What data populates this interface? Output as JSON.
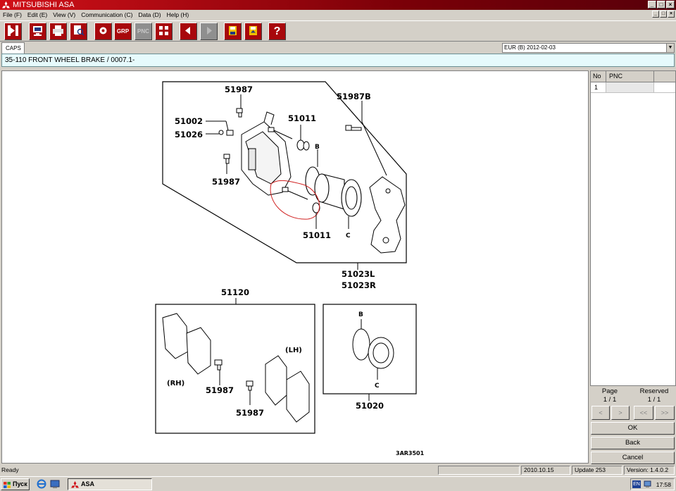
{
  "window": {
    "title": "MITSUBISHI ASA",
    "buttons": {
      "minimize": "_",
      "maximize": "□",
      "close": "×"
    }
  },
  "menu": {
    "items": [
      "File (F)",
      "Edit (E)",
      "View (V)",
      "Communication (C)",
      "Data (D)",
      "Help (H)"
    ]
  },
  "toolbar": {
    "grp_label": "GRP",
    "pnc_label": "PNC",
    "help_label": "?"
  },
  "tabs": {
    "caps": "CAPS"
  },
  "catalog_select": {
    "value": "EUR (B)   2012-02-03"
  },
  "breadcrumb": "35-110  FRONT WHEEL BRAKE / 0007.1-",
  "diagram": {
    "callouts": {
      "c51987_top": "51987",
      "c51987b": "51987B",
      "c51002": "51002",
      "c51026": "51026",
      "c51011_top": "51011",
      "c51987_left": "51987",
      "c51011_bottom": "51011",
      "b_top": "B",
      "c_top": "C",
      "c51023l": "51023L",
      "c51023r": "51023R",
      "c51120": "51120",
      "rh": "(RH)",
      "lh": "(LH)",
      "c51987_pad1": "51987",
      "c51987_pad2": "51987",
      "b_kit": "B",
      "c_kit": "C",
      "c51020": "51020",
      "drawing_no": "3AR3501"
    }
  },
  "parts_grid": {
    "headers": {
      "no": "No",
      "pnc": "PNC"
    },
    "rows": [
      {
        "no": "1",
        "pnc": ""
      }
    ]
  },
  "pager": {
    "page_label": "Page",
    "page_value": "1 / 1",
    "reserved_label": "Reserved",
    "reserved_value": "1 / 1",
    "prev": "<",
    "next": ">",
    "first": "<<",
    "last": ">>"
  },
  "actions": {
    "ok": "OK",
    "back": "Back",
    "cancel": "Cancel"
  },
  "status": {
    "ready": "Ready",
    "date": "2010.10.15",
    "update": "Update 253",
    "version": "Version: 1.4.0.2"
  },
  "taskbar": {
    "start": "Пуск",
    "task": "ASA",
    "lang": "EN",
    "clock": "17:58"
  },
  "colors": {
    "title_bar": "#a00010",
    "toolbar_button": "#a8080c",
    "breadcrumb_bg": "#e6fafc"
  }
}
